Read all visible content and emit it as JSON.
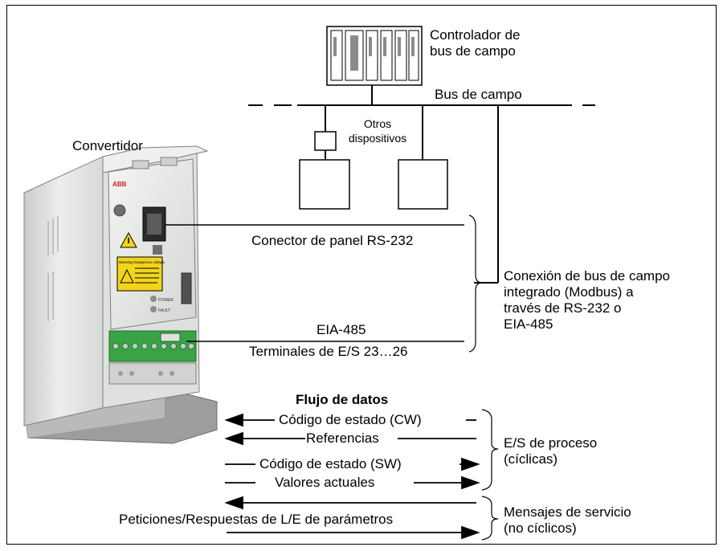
{
  "labels": {
    "controller_line1": "Controlador de",
    "controller_line2": "bus de campo",
    "fieldbus": "Bus de campo",
    "other_devices_line1": "Otros",
    "other_devices_line2": "dispositivos",
    "drive": "Convertidor",
    "panel_connector": "Conector de panel RS-232",
    "eia485": "EIA-485",
    "io_terminals": "Terminales de E/S 23…26",
    "embedded_line1": "Conexión de bus de campo",
    "embedded_line2": "integrado (Modbus) a",
    "embedded_line3": "través de RS-232 o",
    "embedded_line4": "EIA-485",
    "data_flow": "Flujo de datos",
    "control_word": "Código de  estado (CW)",
    "references": "Referencias",
    "status_word": "Código de estado (SW)",
    "actual_values": "Valores actuales",
    "process_io_line1": "E/S de proceso",
    "process_io_line2": "(cíclicas)",
    "param_rw": "Peticiones/Respuestas de L/E de parámetros",
    "service_line1": "Mensajes de servicio",
    "service_line2": "(no cíclicos)"
  },
  "drive_panel": {
    "brand": "ABB",
    "warning_text": "Warning! Dangerous voltage",
    "led_power": "POWER",
    "led_fault": "FAULT"
  },
  "colors": {
    "line": "#000000",
    "drive_body": "#e4e6e4",
    "drive_shadow": "#a9aca9",
    "terminal_green": "#3aa346",
    "warning_yellow": "#f2d41c"
  }
}
